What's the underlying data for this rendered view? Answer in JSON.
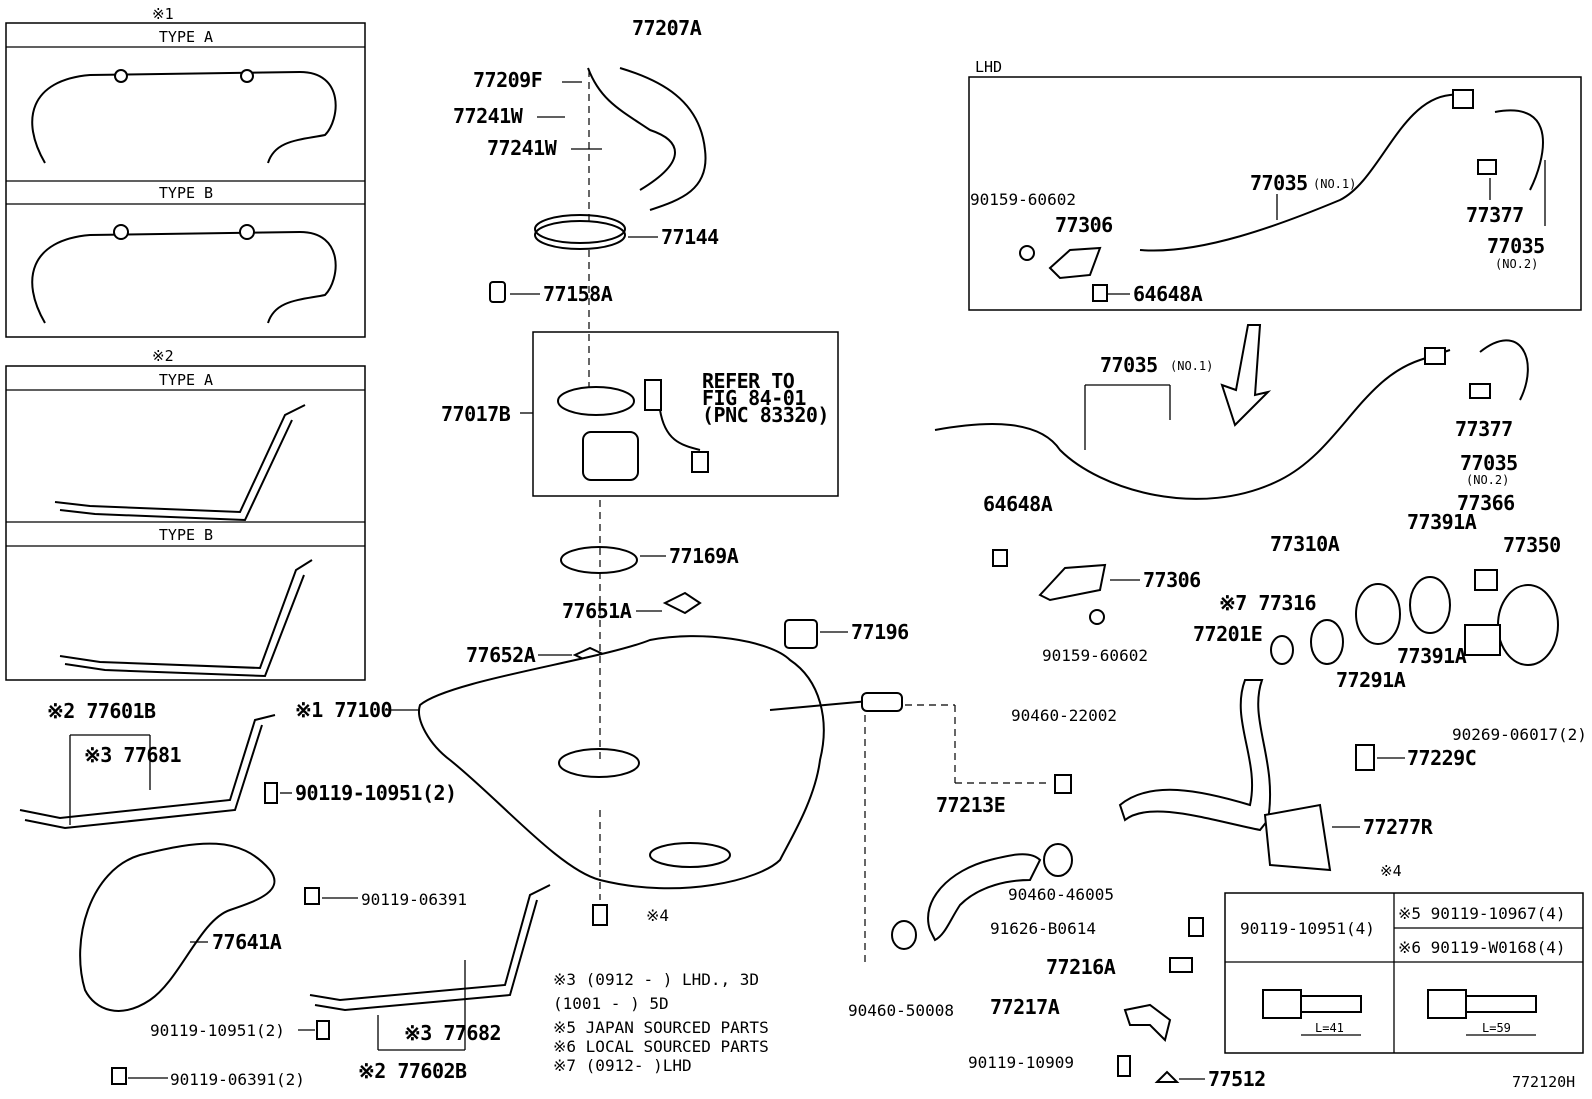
{
  "refmarks": {
    "m1": "※1",
    "m2": "※2",
    "m4": "※4",
    "lhd": "LHD"
  },
  "type_panels": {
    "type_a": "TYPE A",
    "type_b": "TYPE B"
  },
  "parts": {
    "p77207A": "77207A",
    "p77209F": "77209F",
    "p77241W_1": "77241W",
    "p77241W_2": "77241W",
    "p77144": "77144",
    "p77158A": "77158A",
    "p77017B": "77017B",
    "refer1": "REFER TO",
    "refer2": "FIG 84-01",
    "refer3": "(PNC 83320)",
    "p77169A": "77169A",
    "p77651A": "77651A",
    "p77652A": "77652A",
    "p77196": "77196",
    "p77100": "※1 77100",
    "p77601B": "※2 77601B",
    "p77681": "※3 77681",
    "p90119_10951_2a": "90119-10951(2)",
    "p90119_06391": "90119-06391",
    "p77641A": "77641A",
    "p90119_10951_2b": "90119-10951(2)",
    "p90119_06391_2": "90119-06391(2)",
    "p77682": "※3 77682",
    "p77602B": "※2 77602B",
    "p4mark": "※4",
    "p90159_60602_a": "90159-60602",
    "p77306_a": "77306",
    "p64648A_a": "64648A",
    "p77035_1a": "77035",
    "no1_a": "(NO.1)",
    "p77377_a": "77377",
    "p77035_2a": "77035",
    "no2_a": "(NO.2)",
    "p77035_1b": "77035",
    "no1_b": "(NO.1)",
    "p77377_b": "77377",
    "p77035_2b": "77035",
    "no2_b": "(NO.2)",
    "p77366": "77366",
    "p64648A_b": "64648A",
    "p77306_b": "77306",
    "p90159_60602_b": "90159-60602",
    "p77310A": "77310A",
    "p77391A_1": "77391A",
    "p77350": "77350",
    "p77316": "※7 77316",
    "p77201E": "77201E",
    "p77291A": "77291A",
    "p77391A_2": "77391A",
    "p90460_22002": "90460-22002",
    "p90269_06017": "90269-06017(2)",
    "p77229C": "77229C",
    "p77213E": "77213E",
    "p77277R": "77277R",
    "p90460_46005": "90460-46005",
    "p91626_B0614": "91626-B0614",
    "p77216A": "77216A",
    "p90460_50008": "90460-50008",
    "p77217A": "77217A",
    "p90119_10909": "90119-10909",
    "p77512": "77512"
  },
  "bolt_table": {
    "title": "※4",
    "col1": "90119-10951(4)",
    "col2a": "※5 90119-10967(4)",
    "col2b": "※6 90119-W0168(4)",
    "len1": "L=41",
    "len2": "L=59"
  },
  "notes": {
    "n1": "※3 (0912 -      ) LHD., 3D",
    "n2": "   (1001 -      ) 5D",
    "n3": "※5 JAPAN SOURCED PARTS",
    "n4": "※6 LOCAL SOURCED PARTS",
    "n5": "※7 (0912-       )LHD"
  },
  "figure_id": "772120H"
}
